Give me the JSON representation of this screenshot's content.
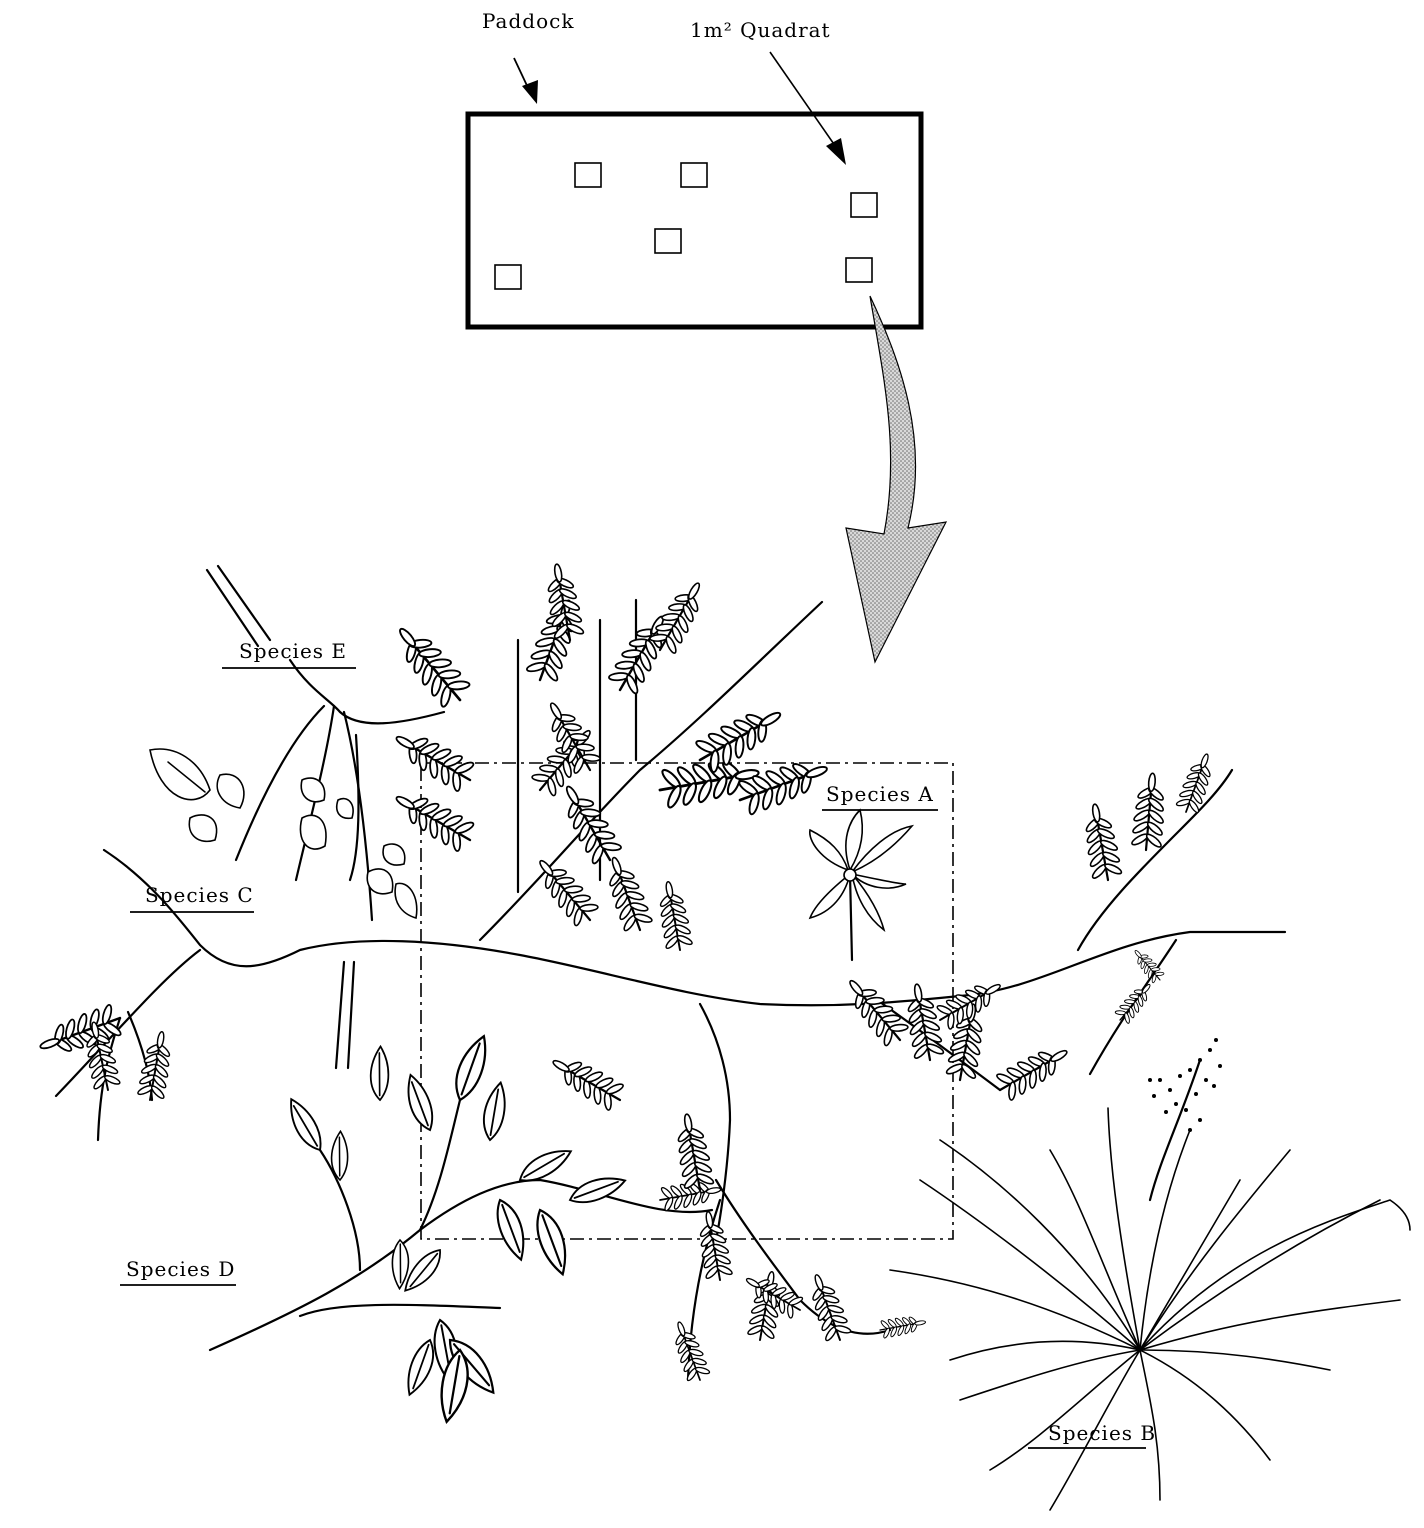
{
  "labels": {
    "paddock": "Paddock",
    "quadrat": "1m² Quadrat",
    "species_a": "Species A",
    "species_b": "Species B",
    "species_c": "Species C",
    "species_d": "Species D",
    "species_e": "Species E"
  },
  "colors": {
    "ink": "#000000",
    "arrow_fill": "#bdbdbd",
    "background": "#ffffff"
  }
}
